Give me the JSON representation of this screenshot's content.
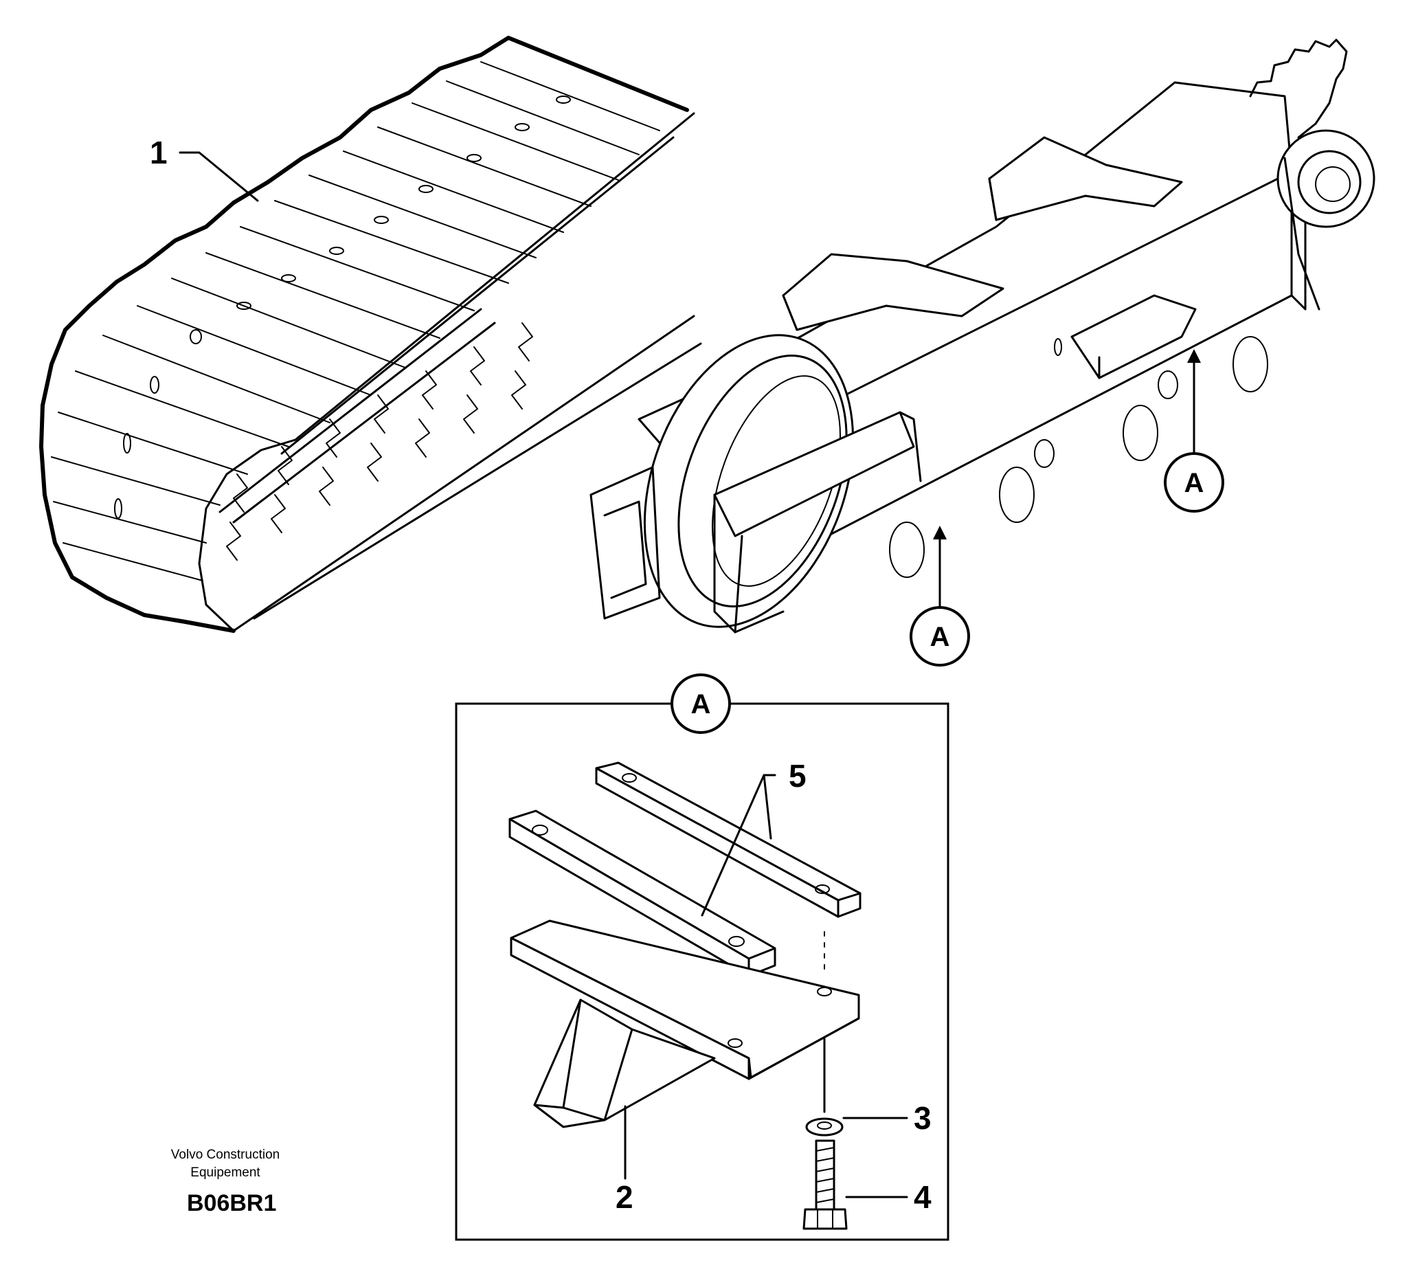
{
  "callouts": {
    "item_1": "1",
    "item_2": "2",
    "item_3": "3",
    "item_4": "4",
    "item_5": "5",
    "detail_marker_left": "A",
    "detail_marker_right": "A",
    "detail_box_label": "A"
  },
  "footer": {
    "company_line1": "Volvo Construction",
    "company_line2": "Equipement",
    "drawing_code": "B06BR1"
  },
  "icons": {
    "rubber_track": "rubber-track-illustration",
    "undercarriage_frame": "undercarriage-frame-illustration",
    "track_guard": "track-guard-illustration"
  }
}
